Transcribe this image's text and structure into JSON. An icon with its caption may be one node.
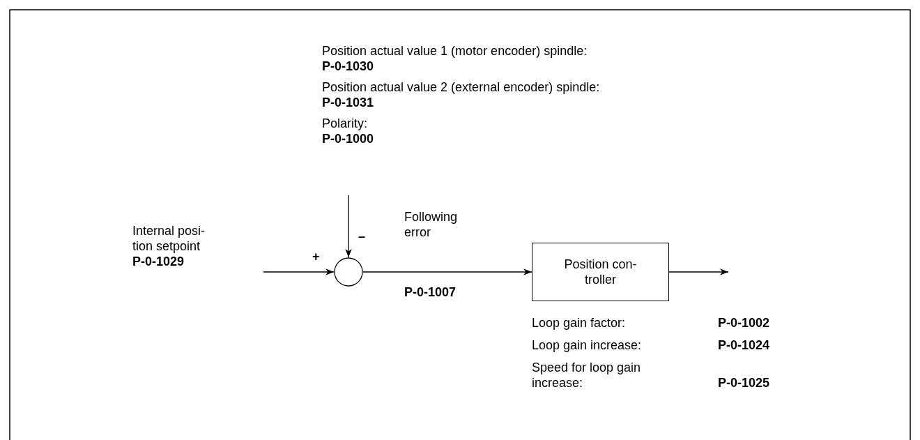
{
  "diagram": {
    "nodes": [
      {
        "text": [
          "Internal posi- tion setpoint",
          "P-0-1029"
        ]
      },
      {
        "text": [
          "Position actual value 1 (motor encoder) spindle:",
          "P-0-1030",
          "Position actual value 2 (external encoder) spindle:",
          "P-0-1031",
          "Polarity:",
          "P-0-1000"
        ]
      },
      {
        "text": [],
        "shape": "circle"
      },
      {
        "text": [
          "Position con- troller"
        ]
      }
    ],
    "edges": [
      {
        "from": 0,
        "to": 2,
        "arrow": "to"
      },
      {
        "from": 1,
        "to": 2,
        "arrow": "to"
      },
      {
        "from": 2,
        "to": 3,
        "arrow": "to"
      },
      {
        "from": 3,
        "to": null,
        "arrow": "to"
      }
    ],
    "labels": [
      "+",
      "–",
      "Following error",
      "P-0-1007",
      "Loop gain factor:",
      "P-0-1002",
      "Loop gain increase:",
      "P-0-1024",
      "Speed for loop gain increase:",
      "P-0-1025"
    ]
  }
}
